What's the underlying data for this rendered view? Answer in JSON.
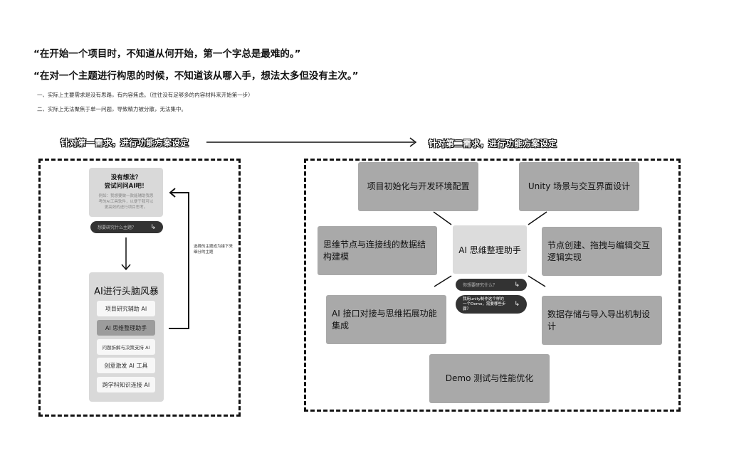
{
  "quotes": [
    "“在开始一个项目时，不知道从何开始，第一个字总是最难的。”",
    "“在对一个主题进行构思的时候，不知道该从哪入手，想法太多但没有主次。”"
  ],
  "notes": [
    "一、实际上主要需求是没有思路，有内容焦虑。（往往没有足够多的内容材料来开始第一步）",
    "二、实际上无法聚焦于单一问题，导致精力被分散，无法集中。"
  ],
  "sections": {
    "first": "针对第一需求，进行功能方案设定",
    "second": "针对第二需求，进行功能方案设定"
  },
  "left": {
    "prompt_title_1": "没有想法？",
    "prompt_title_2": "尝试问问AI吧！",
    "example": "例如：我想要做一款能辅助我思考的AI工具软件，以便于我可以更高效的进行项目思考。",
    "input_placeholder": "想要研究什么主题？",
    "enter_icon": "↳",
    "loop_note": "选择的主题成为接下来细分的主题",
    "brainstorm_title": "AI进行头脑风暴",
    "items": [
      "项目研究辅助 AI",
      "AI 思维整理助手",
      "问题拆解与决策支持 AI",
      "创意激发 AI 工具",
      "跨学科知识连接 AI"
    ]
  },
  "right": {
    "center": "AI 思维整理助手",
    "input_placeholder": "你想要研究什么？",
    "input_value": "我用unity制作这个样的一个Demo，需要哪些步骤？",
    "enter_icon": "↳",
    "nodes": [
      "项目初始化与开发环境配置",
      "Unity 场景与交互界面设计",
      "思维节点与连接线的数据结构建模",
      "节点创建、拖拽与编辑交互逻辑实现",
      "AI 接口对接与思维拓展功能集成",
      "数据存储与导入导出机制设计",
      "Demo 测试与性能优化"
    ]
  }
}
